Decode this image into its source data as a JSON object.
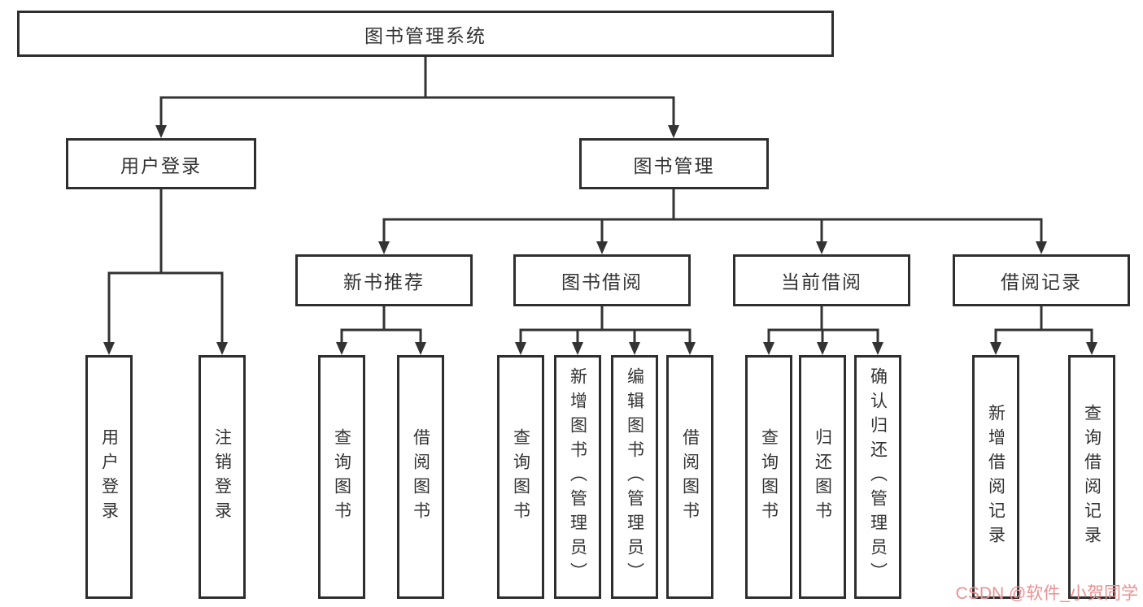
{
  "diagram_title": "图书管理系统",
  "tree": {
    "label": "图书管理系统",
    "children": [
      {
        "label": "用户登录",
        "children": [
          {
            "label": "用户登录"
          },
          {
            "label": "注销登录"
          }
        ]
      },
      {
        "label": "图书管理",
        "children": [
          {
            "label": "新书推荐",
            "children": [
              {
                "label": "查询图书"
              },
              {
                "label": "借阅图书"
              }
            ]
          },
          {
            "label": "图书借阅",
            "children": [
              {
                "label": "查询图书"
              },
              {
                "label": "新增图书（管理员）"
              },
              {
                "label": "编辑图书（管理员）"
              },
              {
                "label": "借阅图书"
              }
            ]
          },
          {
            "label": "当前借阅",
            "children": [
              {
                "label": "查询图书"
              },
              {
                "label": "归还图书"
              },
              {
                "label": "确认归还（管理员）"
              }
            ]
          },
          {
            "label": "借阅记录",
            "children": [
              {
                "label": "新增借阅记录"
              },
              {
                "label": "查询借阅记录"
              }
            ]
          }
        ]
      }
    ]
  },
  "watermark": {
    "text": "CSDN @软件_小贺同学"
  },
  "colors": {
    "line": "#333333",
    "border": "#2e2e2e",
    "text": "#333333",
    "background": "#ffffff",
    "watermark": "#ef8f8f"
  }
}
